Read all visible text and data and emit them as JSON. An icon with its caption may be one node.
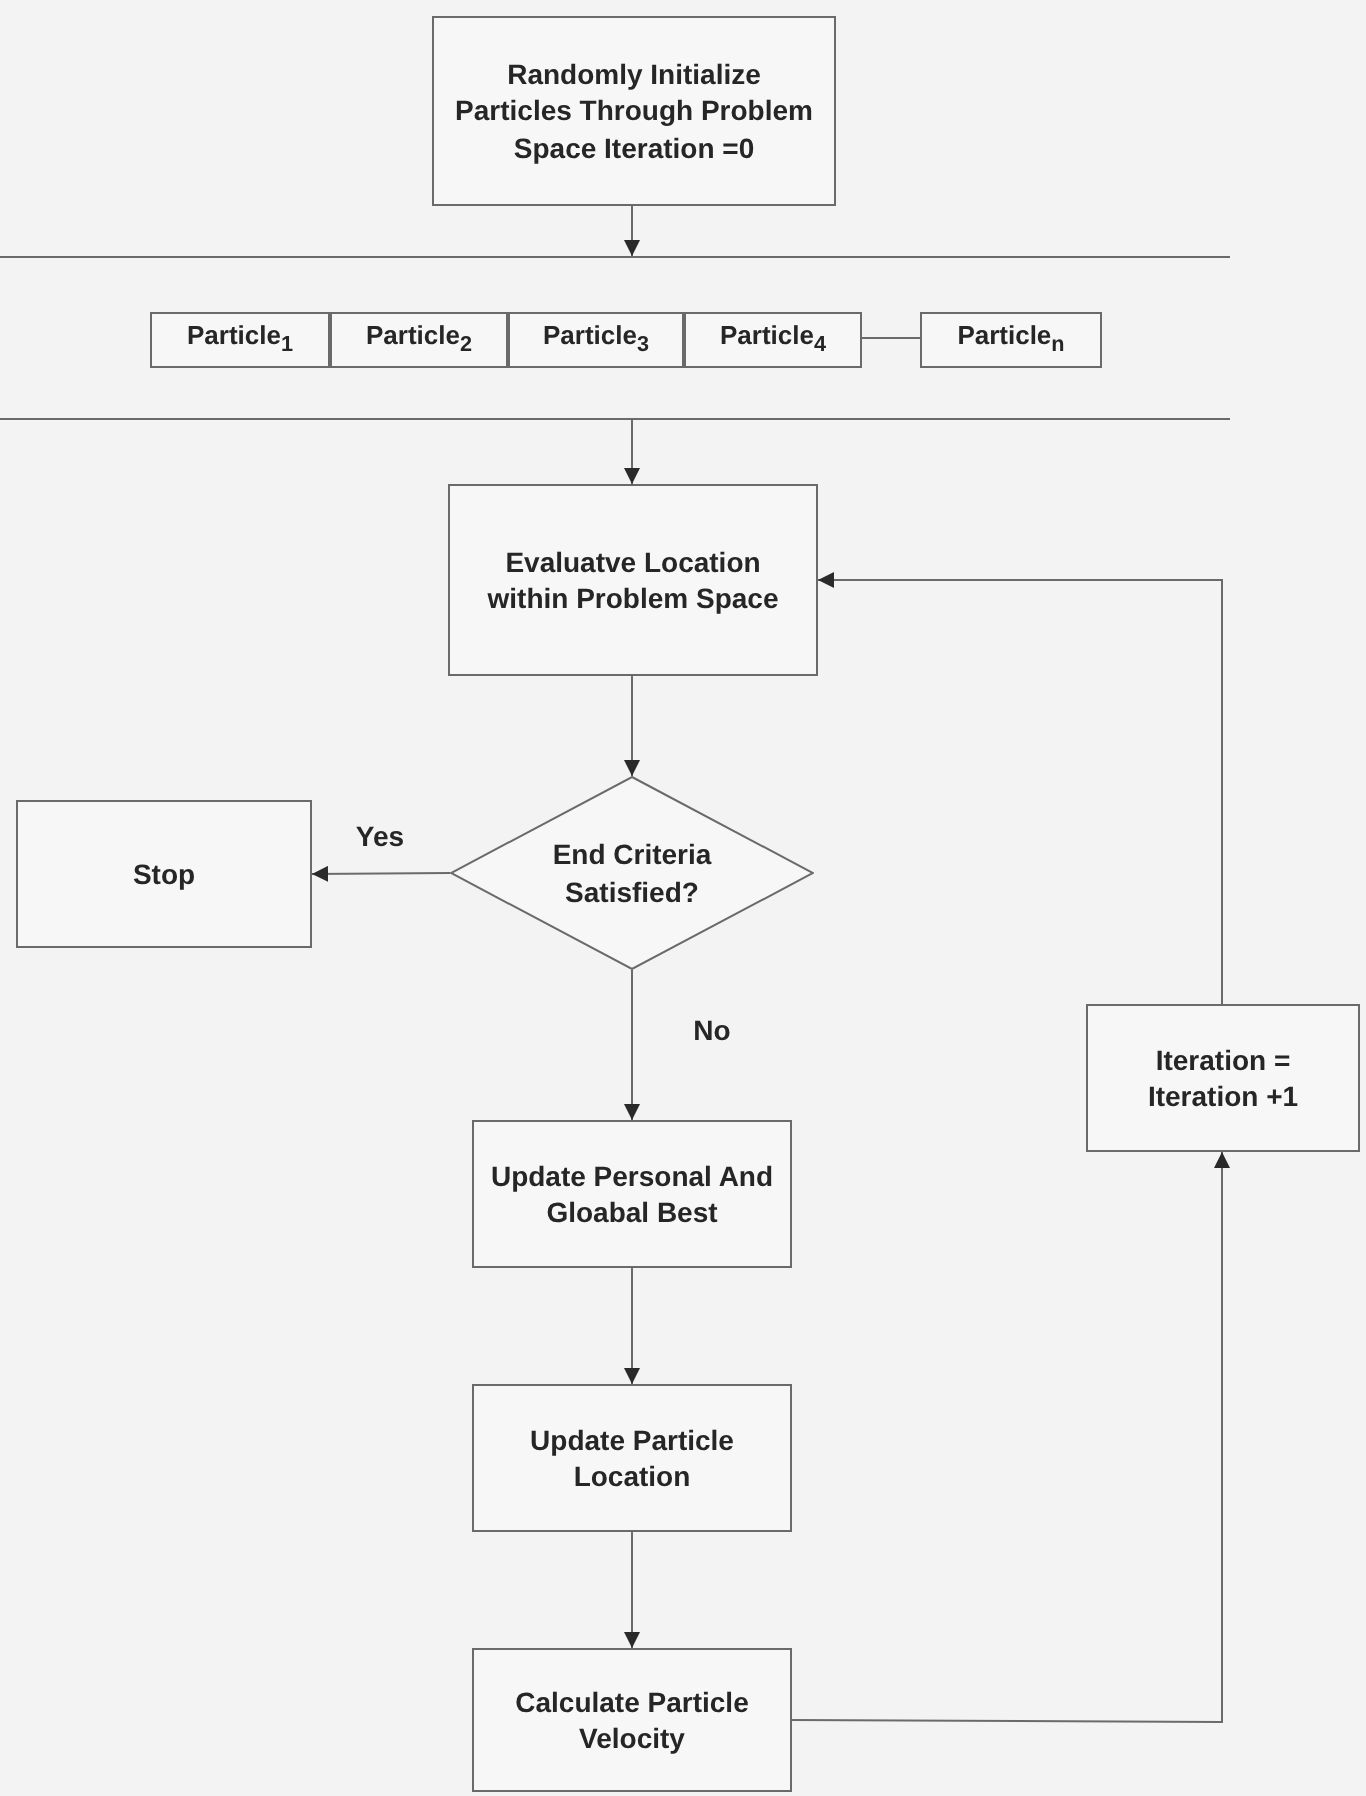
{
  "diagram": {
    "nodes": [
      {
        "text": [
          "Randomly Initialize Particles Through Problem Space Iteration =0"
        ]
      },
      {
        "text": [],
        "shape": "band"
      },
      {
        "text": [
          "Particle$_{1}$"
        ],
        "in": 1
      },
      {
        "text": [
          "Particle$_{2}$"
        ],
        "in": 1
      },
      {
        "text": [
          "Particle$_{3}$"
        ],
        "in": 1
      },
      {
        "text": [
          "Particle$_{4}$"
        ],
        "in": 1
      },
      {
        "text": [
          "Particle$_{n}$"
        ],
        "in": 1
      },
      {
        "text": [
          "Evaluatve Location within Problem Space"
        ]
      },
      {
        "text": [
          "Stop"
        ]
      },
      {
        "text": [
          "End Criteria Satisfied?"
        ]
      },
      {
        "text": [
          "Update Personal And Gloabal Best"
        ]
      },
      {
        "text": [
          "Update Particle Location"
        ]
      },
      {
        "text": [
          "Calculate Particle Velocity"
        ]
      },
      {
        "text": [
          "Iteration = Iteration +1"
        ]
      }
    ],
    "edges": [
      {
        "from": 0,
        "to": 1,
        "arrow": "to"
      },
      {
        "from": 1,
        "to": 7,
        "arrow": "to"
      },
      {
        "from": 5,
        "to": 6,
        "arrow": "none"
      },
      {
        "from": 7,
        "to": 9,
        "arrow": "to"
      },
      {
        "from": 9,
        "to": 8,
        "arrow": "to",
        "label": "Yes"
      },
      {
        "from": 9,
        "to": 10,
        "arrow": "to",
        "label": "No"
      },
      {
        "from": 10,
        "to": 11,
        "arrow": "to"
      },
      {
        "from": 11,
        "to": 12,
        "arrow": "to"
      },
      {
        "from": 12,
        "to": 13,
        "arrow": "to"
      },
      {
        "from": 13,
        "to": 7,
        "arrow": "to"
      }
    ]
  }
}
